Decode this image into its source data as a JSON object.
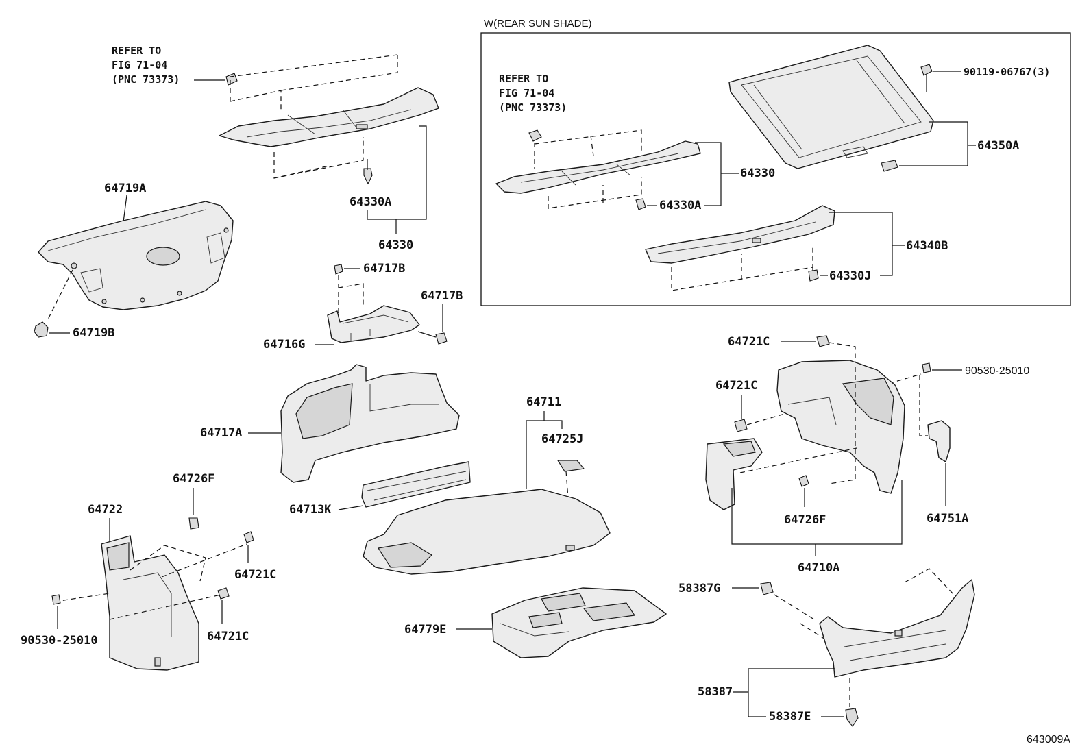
{
  "diagram_code": "643009A",
  "inset": {
    "title": "W(REAR SUN SHADE)"
  },
  "refer_left": [
    "REFER TO",
    "FIG 71-04",
    "(PNC 73373)"
  ],
  "refer_inset": [
    "REFER TO",
    "FIG 71-04",
    "(PNC 73373)"
  ],
  "labels": {
    "p64330A": "64330A",
    "p64330": "64330",
    "p64719A": "64719A",
    "p64719B": "64719B",
    "p64717B_1": "64717B",
    "p64717B_2": "64717B",
    "p64716G": "64716G",
    "p64717A": "64717A",
    "p64711": "64711",
    "p64725J": "64725J",
    "p64713K": "64713K",
    "p64726F_left": "64726F",
    "p64722": "64722",
    "p64721C_1": "64721C",
    "p64721C_2": "64721C",
    "p90530_left": "90530-25010",
    "p64779E": "64779E",
    "i90119": "90119-06767(3)",
    "i64350A": "64350A",
    "i64330": "64330",
    "i64330A": "64330A",
    "i64340B": "64340B",
    "i64330J": "64330J",
    "r64721C_1": "64721C",
    "r64721C_2": "64721C",
    "r90530": "90530-25010",
    "r64726F": "64726F",
    "r64751A": "64751A",
    "r64710A": "64710A",
    "r58387G": "58387G",
    "r58387": "58387",
    "r58387E": "58387E"
  }
}
